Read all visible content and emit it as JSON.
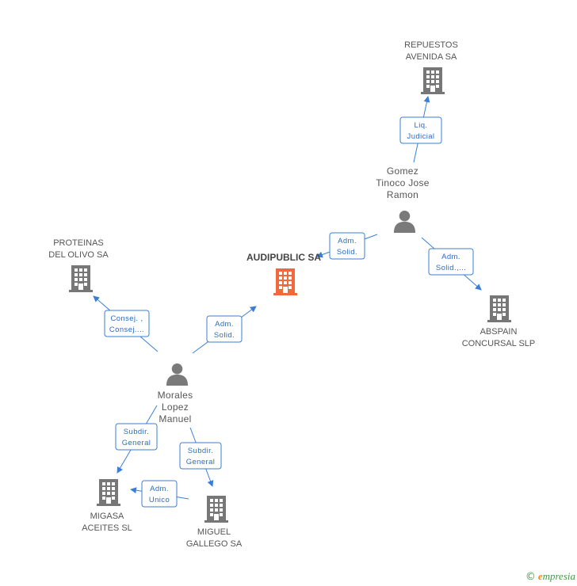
{
  "colors": {
    "edge": "#3a7fd5",
    "company": "#777777",
    "main_company": "#f0693c",
    "person": "#7a7a7a"
  },
  "companies": [
    {
      "id": "audipublic",
      "lines": [
        "AUDIPUBLIC SA"
      ],
      "main": true
    },
    {
      "id": "repuestos",
      "lines": [
        "REPUESTOS",
        "AVENIDA SA"
      ],
      "main": false
    },
    {
      "id": "proteinas",
      "lines": [
        "PROTEINAS",
        "DEL OLIVO SA"
      ],
      "main": false
    },
    {
      "id": "abspain",
      "lines": [
        "ABSPAIN",
        "CONCURSAL SLP"
      ],
      "main": false
    },
    {
      "id": "migasa",
      "lines": [
        "MIGASA",
        "ACEITES SL"
      ],
      "main": false
    },
    {
      "id": "miguel",
      "lines": [
        "MIGUEL",
        "GALLEGO SA"
      ],
      "main": false
    }
  ],
  "people": [
    {
      "id": "gomez",
      "lines": [
        "Gomez",
        "Tinoco Jose",
        "Ramon"
      ]
    },
    {
      "id": "morales",
      "lines": [
        "Morales",
        "Lopez",
        "Manuel"
      ]
    }
  ],
  "relations": [
    {
      "id": "gomez-repuestos",
      "lines": [
        "Liq.",
        "Judicial"
      ]
    },
    {
      "id": "gomez-audipublic",
      "lines": [
        "Adm.",
        "Solid."
      ]
    },
    {
      "id": "gomez-abspain",
      "lines": [
        "Adm.",
        "Solid.,..."
      ]
    },
    {
      "id": "morales-audipublic",
      "lines": [
        "Adm.",
        "Solid."
      ]
    },
    {
      "id": "morales-proteinas",
      "lines": [
        "Consej. ,",
        "Consej...."
      ]
    },
    {
      "id": "morales-migasa",
      "lines": [
        "Subdir.",
        "General"
      ]
    },
    {
      "id": "morales-miguel",
      "lines": [
        "Subdir.",
        "General"
      ]
    },
    {
      "id": "miguel-migasa",
      "lines": [
        "Adm.",
        "Unico"
      ]
    }
  ],
  "brand": {
    "copyright": "©",
    "initial": "e",
    "name": "mpresia"
  }
}
